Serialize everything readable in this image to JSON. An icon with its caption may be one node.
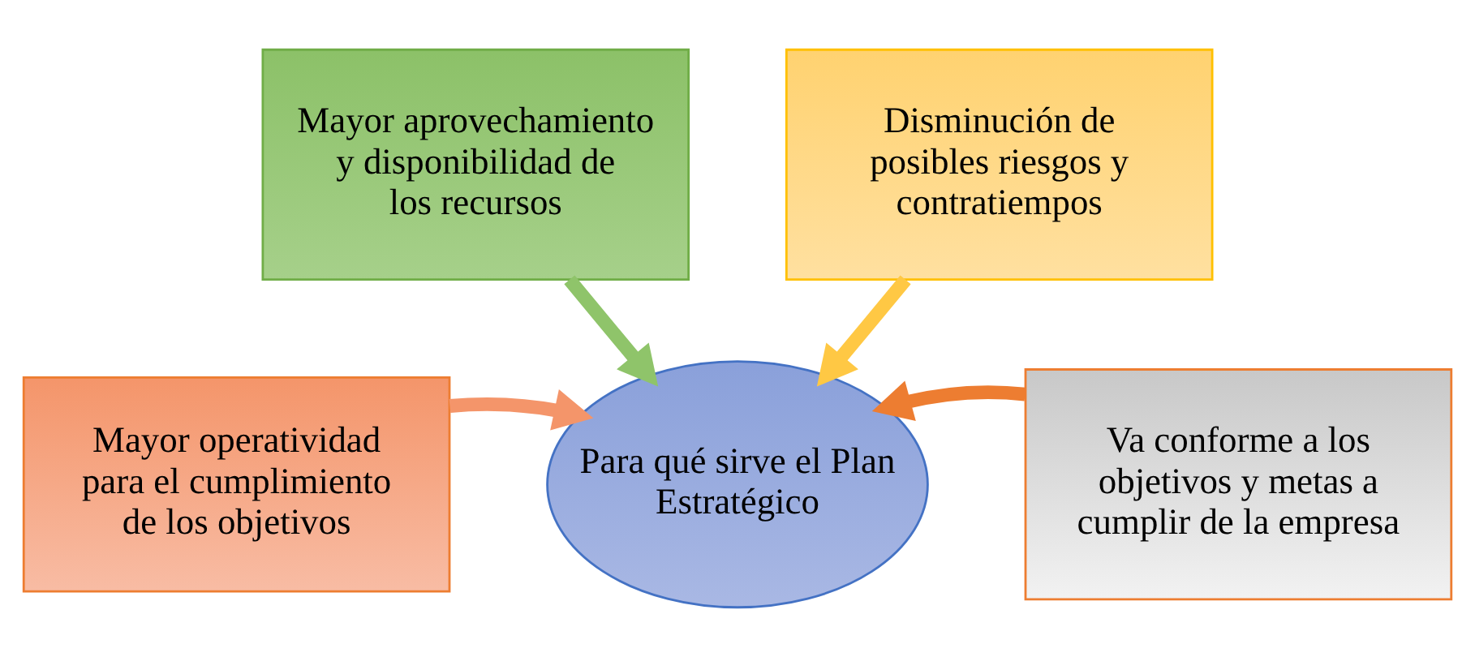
{
  "diagram": {
    "nodes": [
      {
        "text": [
          "Mayor aprovechamiento y disponibilidad de los recursos"
        ]
      },
      {
        "text": [
          "Disminución de posibles riesgos y contratiempos"
        ]
      },
      {
        "text": [
          "Mayor operatividad para el cumplimiento de los objetivos"
        ]
      },
      {
        "text": [
          "Para qué sirve el Plan Estratégico"
        ]
      },
      {
        "text": [
          "Va conforme a los objetivos y metas a cumplir de la empresa"
        ]
      }
    ],
    "edges": [
      {
        "from": 0,
        "to": 3,
        "arrow": "to",
        "color": "#8fc46a"
      },
      {
        "from": 1,
        "to": 3,
        "arrow": "to",
        "color": "#ffc844"
      },
      {
        "from": 2,
        "to": 3,
        "arrow": "to",
        "color": "#f4956a"
      },
      {
        "from": 4,
        "to": 3,
        "arrow": "to",
        "color": "#ed7d31"
      }
    ]
  }
}
